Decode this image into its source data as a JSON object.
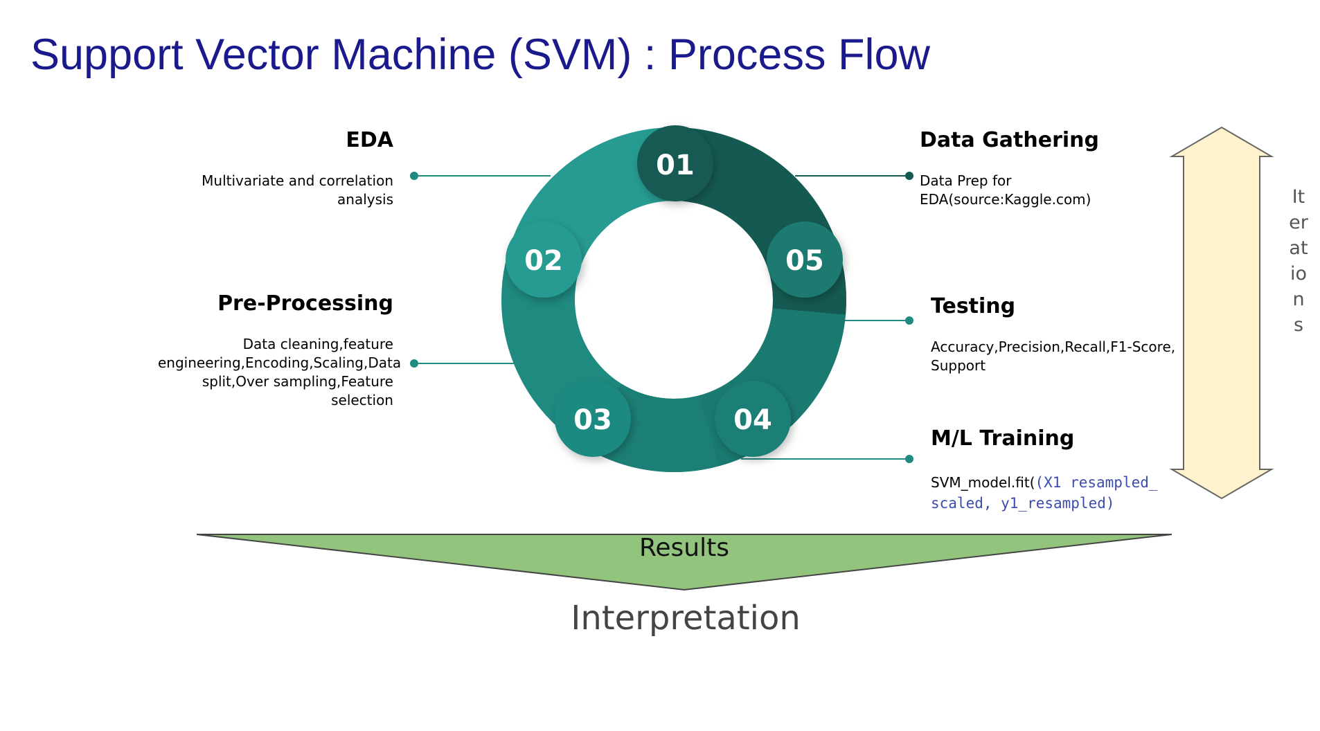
{
  "title": "Support Vector Machine (SVM) : Process Flow",
  "colors": {
    "title": "#1a1a8c",
    "step_01": "#155a52",
    "step_02": "#279b91",
    "step_03": "#1f8a80",
    "step_04": "#1c7f75",
    "step_05": "#1a7a70",
    "connector": "#1f8a80",
    "results_banner": "#93c47d",
    "iterations_arrow": "#fff2cc",
    "code": "#3c4bb0"
  },
  "steps": [
    {
      "number": "01",
      "heading": "Data Gathering",
      "description": "Data Prep for EDA(source:Kaggle.com)"
    },
    {
      "number": "02",
      "heading": "EDA",
      "description": "Multivariate and correlation analysis"
    },
    {
      "number": "03",
      "heading": "Pre-Processing",
      "description": "Data cleaning,feature engineering,Encoding,Scaling,Data split,Over sampling,Feature selection"
    },
    {
      "number": "04",
      "heading": "M/L Training",
      "description_prefix": "SVM_model.fit(",
      "description_code": "(X1 resampled_ scaled, y1_resampled)"
    },
    {
      "number": "05",
      "heading": "Testing",
      "description": "Accuracy,Precision,Recall,F1-Score, Support"
    }
  ],
  "iterations_label": "Iterations",
  "results_label": "Results",
  "interpretation_label": "Interpretation"
}
